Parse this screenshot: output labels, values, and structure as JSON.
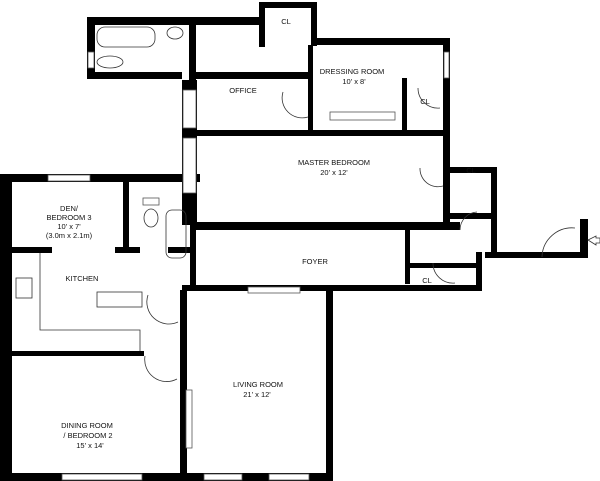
{
  "rooms": {
    "closet_top": {
      "name": "CL"
    },
    "dressing": {
      "name": "DRESSING ROOM",
      "size": "10' x 8'"
    },
    "office": {
      "name": "OFFICE"
    },
    "closet_dressing": {
      "name": "CL"
    },
    "master": {
      "name": "MASTER BEDROOM",
      "size": "20' x 12'"
    },
    "closet_master": {
      "name": "CL"
    },
    "den": {
      "name": "DEN/",
      "name2": "BEDROOM 3",
      "size": "10' x 7'",
      "metric": "(3.0m x 2.1m)"
    },
    "kitchen": {
      "name": "KITCHEN"
    },
    "foyer": {
      "name": "FOYER"
    },
    "closet_foyer": {
      "name": "CL"
    },
    "living": {
      "name": "LIVING ROOM",
      "size": "21' x 12'"
    },
    "dining": {
      "name": "DINING ROOM",
      "name2": "/ BEDROOM 2",
      "size": "15' x 14'"
    }
  },
  "colors": {
    "wall": "#000000",
    "background": "#ffffff"
  }
}
